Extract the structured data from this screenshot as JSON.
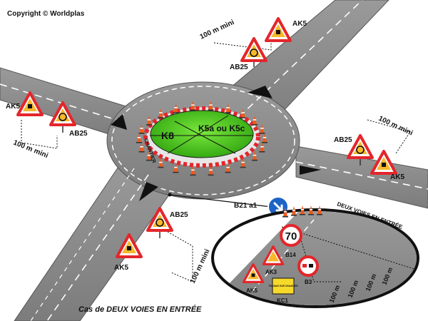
{
  "copyright": "Copyright © Worldplas",
  "caption": "Cas de DEUX VOIES EN ENTRÉE",
  "island": {
    "left_label": "K8",
    "right_label": "K5a ou K5c",
    "chantier": "CHANTIER"
  },
  "signs": {
    "ak5": "AK5",
    "ab25": "AB25",
    "b21a1": "B21 a1",
    "b14": "B14",
    "b3": "B3",
    "ak3": "AK3",
    "kc1": "KC1",
    "speed": "70",
    "kc1_text": "TRAVAUX SUR CHAUSSÉE"
  },
  "distances": {
    "mini": "100 m mini",
    "step": "100 m"
  },
  "inset": {
    "title": "DEUX VOIES EN ENTRÉE"
  },
  "colors": {
    "road": "#8a8a8a",
    "island": "#44c81a",
    "warning_red": "#e3262b",
    "warning_fill": "#f7b82a",
    "blue": "#1d63c6"
  }
}
